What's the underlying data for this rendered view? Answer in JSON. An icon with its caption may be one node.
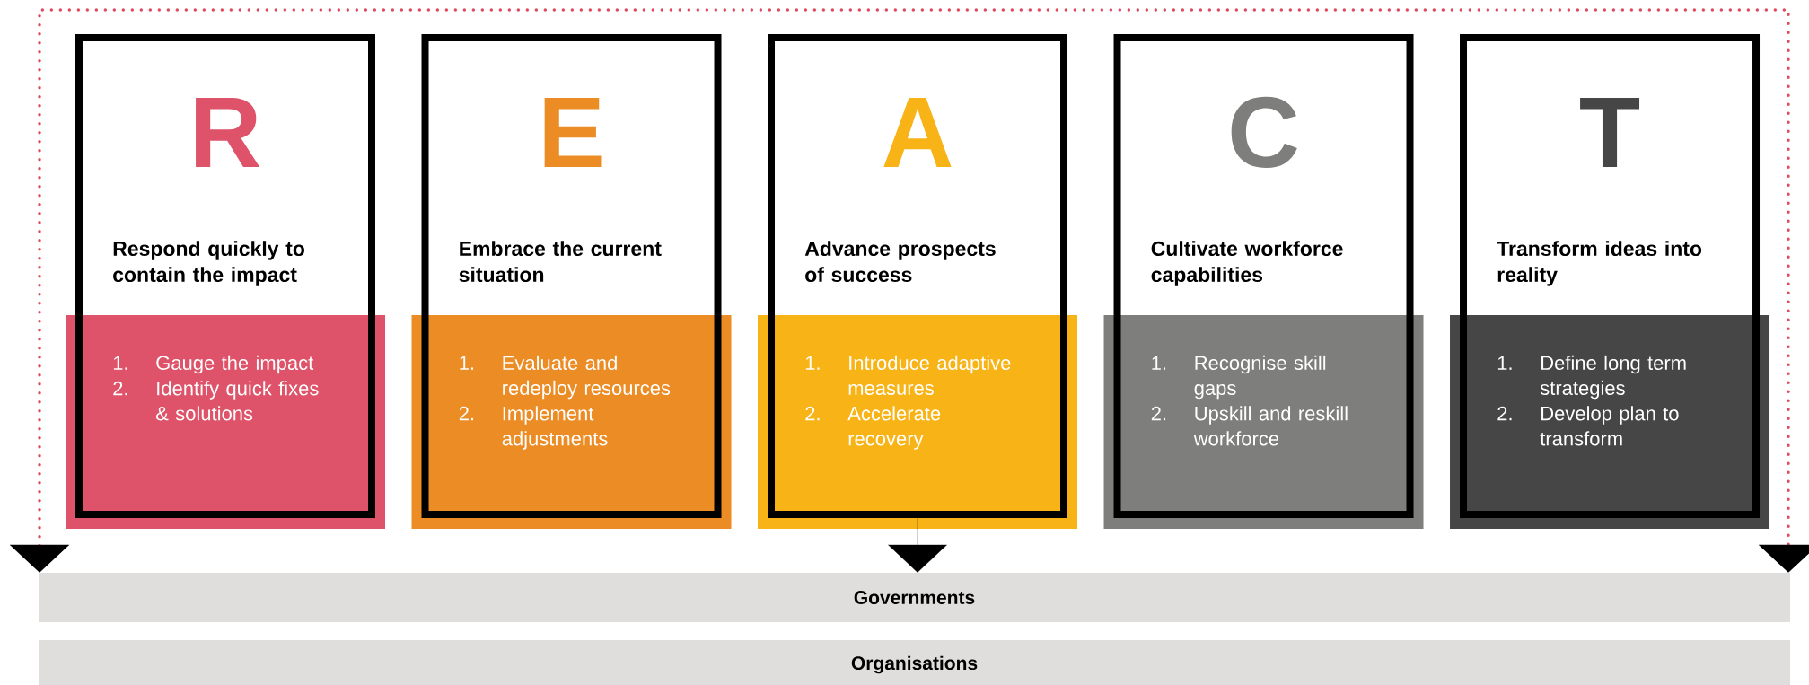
{
  "diagram": {
    "nodes": [
      {
        "text": [
          "R",
          "Respond quickly to contain the impact",
          "1.",
          "Gauge the impact",
          "2.",
          "Identify quick fixes & solutions"
        ]
      },
      {
        "text": [
          "E",
          "Embrace the current situation",
          "1.",
          "Evaluate and redeploy resources",
          "2.",
          "Implement adjustments"
        ]
      },
      {
        "text": [
          "A",
          "Advance prospects of success",
          "1.",
          "Introduce adaptive measures",
          "2.",
          "Accelerate recovery"
        ]
      },
      {
        "text": [
          "C",
          "Cultivate workforce capabilities",
          "1.",
          "Recognise skill gaps",
          "2.",
          "Upskill and reskill workforce"
        ]
      },
      {
        "text": [
          "T",
          "Transform ideas into reality",
          "1.",
          "Define long term strategies",
          "2.",
          "Develop plan to transform"
        ]
      },
      {
        "text": [
          "Governments"
        ]
      },
      {
        "text": [
          "Organisations"
        ]
      }
    ],
    "edges": [
      {
        "from": 5,
        "to": 5,
        "arrow": "both",
        "style": "dashed",
        "color": "#e04a5f"
      },
      {
        "from": 2,
        "to": 5,
        "arrow": "to",
        "color": "#000000"
      }
    ]
  }
}
